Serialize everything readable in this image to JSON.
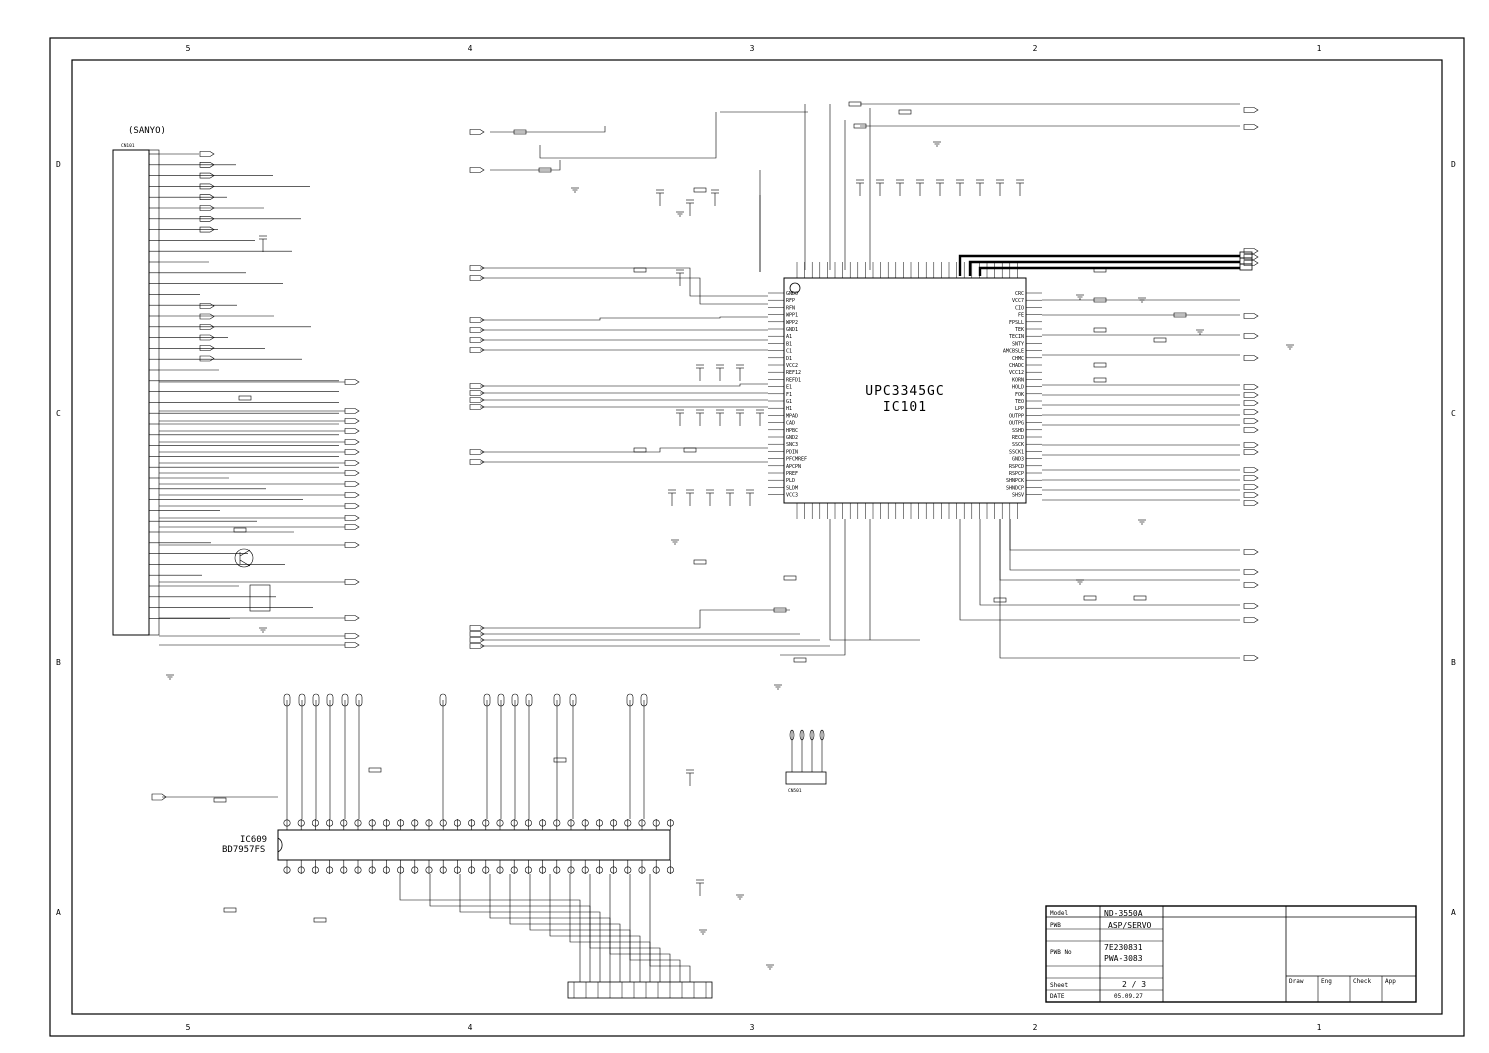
{
  "sheet": {
    "zone_columns": [
      "5",
      "4",
      "3",
      "2",
      "1"
    ],
    "zone_rows": [
      "D",
      "C",
      "B",
      "A"
    ]
  },
  "connector_cn101": {
    "vendor": "(SANYO)",
    "ref": "CN101"
  },
  "ic101": {
    "part": "UPC3345GC",
    "ref": "IC101",
    "left_pins": [
      "GND0",
      "RFP",
      "RFN",
      "WPP1",
      "WPP2",
      "GND1",
      "A1",
      "B1",
      "C1",
      "D1",
      "VCC2",
      "REF12",
      "REFD1",
      "E1",
      "F1",
      "G1",
      "H1",
      "MPAD",
      "CAD",
      "HPBC",
      "GND2",
      "SNC3",
      "PDIN",
      "PFCMREF",
      "APCPN",
      "PREF",
      "PLD",
      "SLDM",
      "VCC3"
    ],
    "right_pins": [
      "CRC",
      "VCC7",
      "CIO",
      "FE",
      "FPSLL",
      "TEK",
      "TECIN",
      "SNTY",
      "AMCBSLE",
      "CHMC",
      "CHADC",
      "VCC12",
      "KORN",
      "HOLD",
      "FOK",
      "TEO",
      "LPP",
      "OUTPP",
      "OUTPG",
      "SSHD",
      "RECD",
      "SSCK",
      "SSCK1",
      "GND3",
      "RSPCD",
      "RSPCP",
      "SHNPCK",
      "SHNDCP",
      "SHSV"
    ]
  },
  "ic609": {
    "ref": "IC609",
    "part": "BD7957FS"
  },
  "cn501": {
    "ref": "CN501"
  },
  "title_block": {
    "model_label": "Model",
    "model_value": "ND-3550A",
    "pwb_label": "PWB",
    "pwb_value": "ASP/SERVO",
    "pwbno_label": "PWB No",
    "pwbno_value1": "7E230831",
    "pwbno_value2": "PWA-3083",
    "sheet_label": "Sheet",
    "sheet_value": "2 / 3",
    "date_label": "DATE",
    "date_value": "05.09.27",
    "sign_labels": [
      "Draw",
      "Eng",
      "Check",
      "App"
    ]
  }
}
